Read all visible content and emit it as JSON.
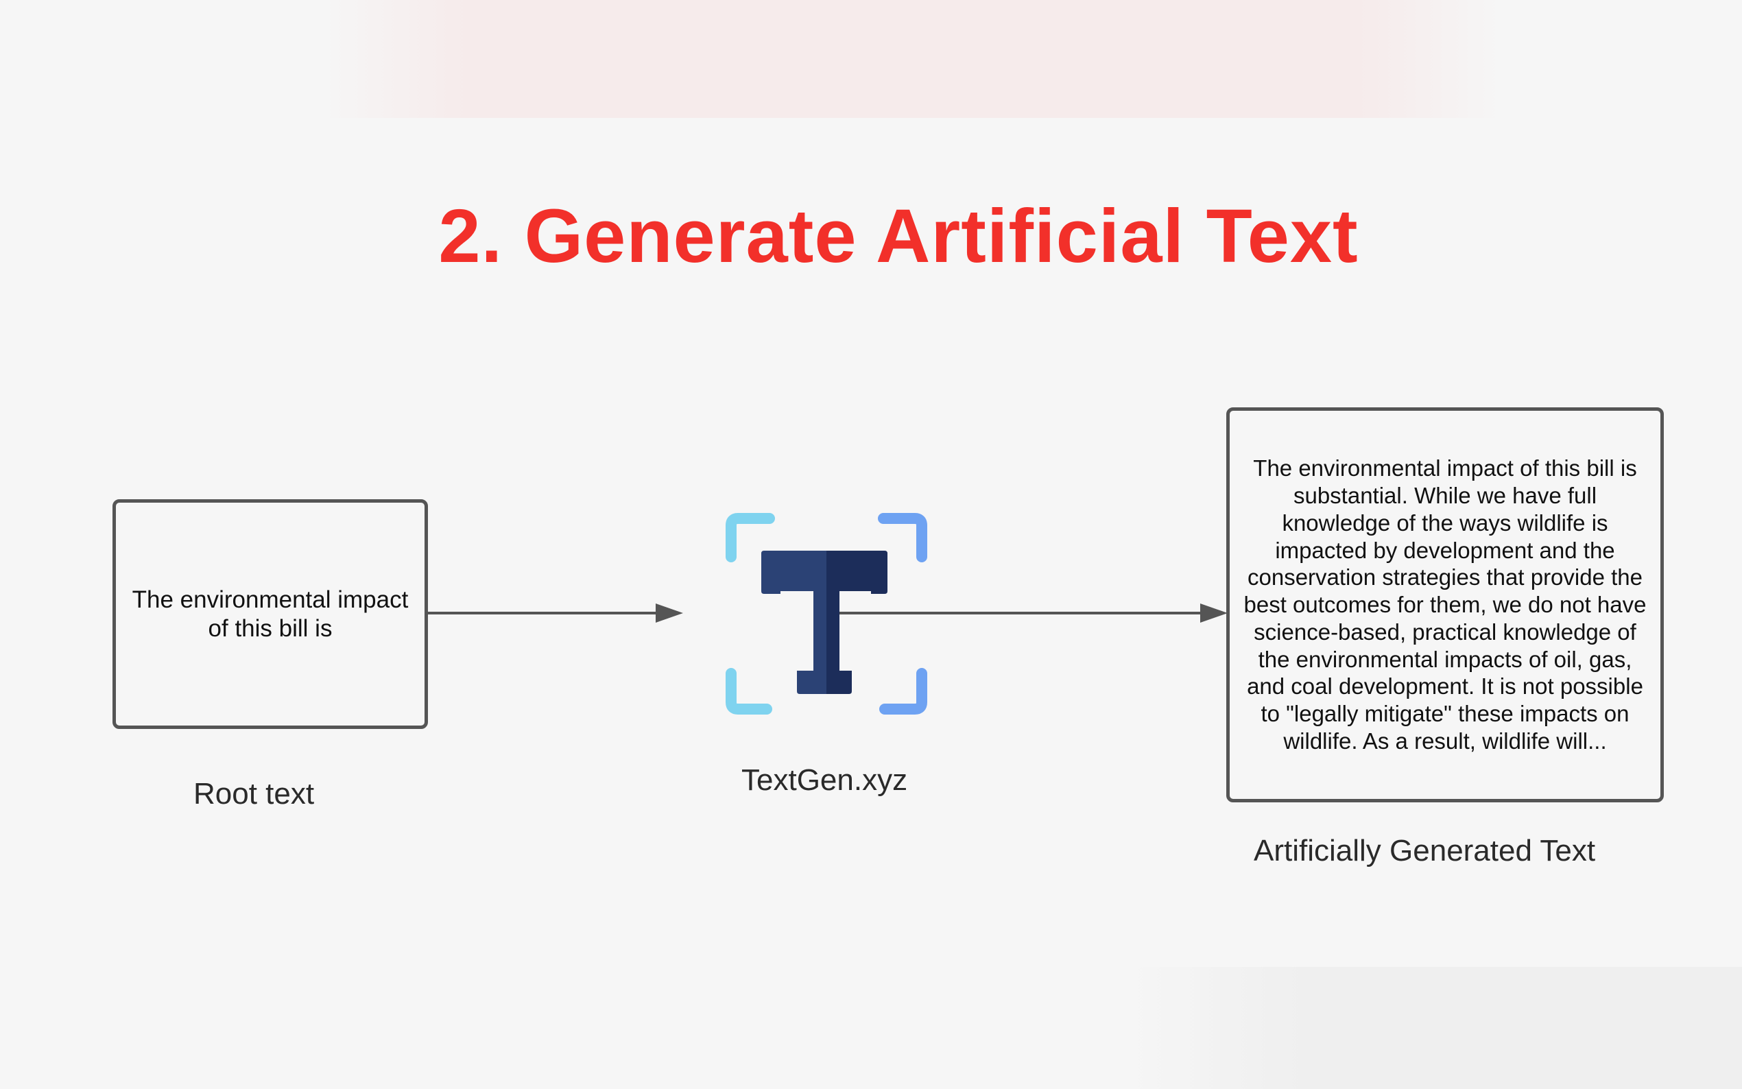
{
  "title": "2. Generate Artificial Text",
  "root_box": {
    "text": "The environmental impact of this bill is"
  },
  "root_label": "Root text",
  "tool": {
    "name": "TextGen.xyz",
    "icon": "textgen-t-logo",
    "colors": {
      "letter_dark": "#1c2d5a",
      "letter_light": "#2b4275",
      "bracket_light": "#7fd3ef",
      "bracket_blue": "#6ea2f2"
    }
  },
  "generated_box": {
    "text": "The environmental impact of this bill is substantial. While we have full knowledge of the ways wildlife is impacted by development and the conservation strategies that provide the best outcomes for them, we do not have science-based, practical knowledge of the environmental impacts of oil, gas, and coal development. It is not possible to \"legally mitigate\" these impacts on wildlife. As a result, wildlife will..."
  },
  "generated_label": "Artificially Generated Text",
  "colors": {
    "title": "#f2302a",
    "box_border": "#555555",
    "arrow": "#555555",
    "background": "#f6f6f6"
  }
}
